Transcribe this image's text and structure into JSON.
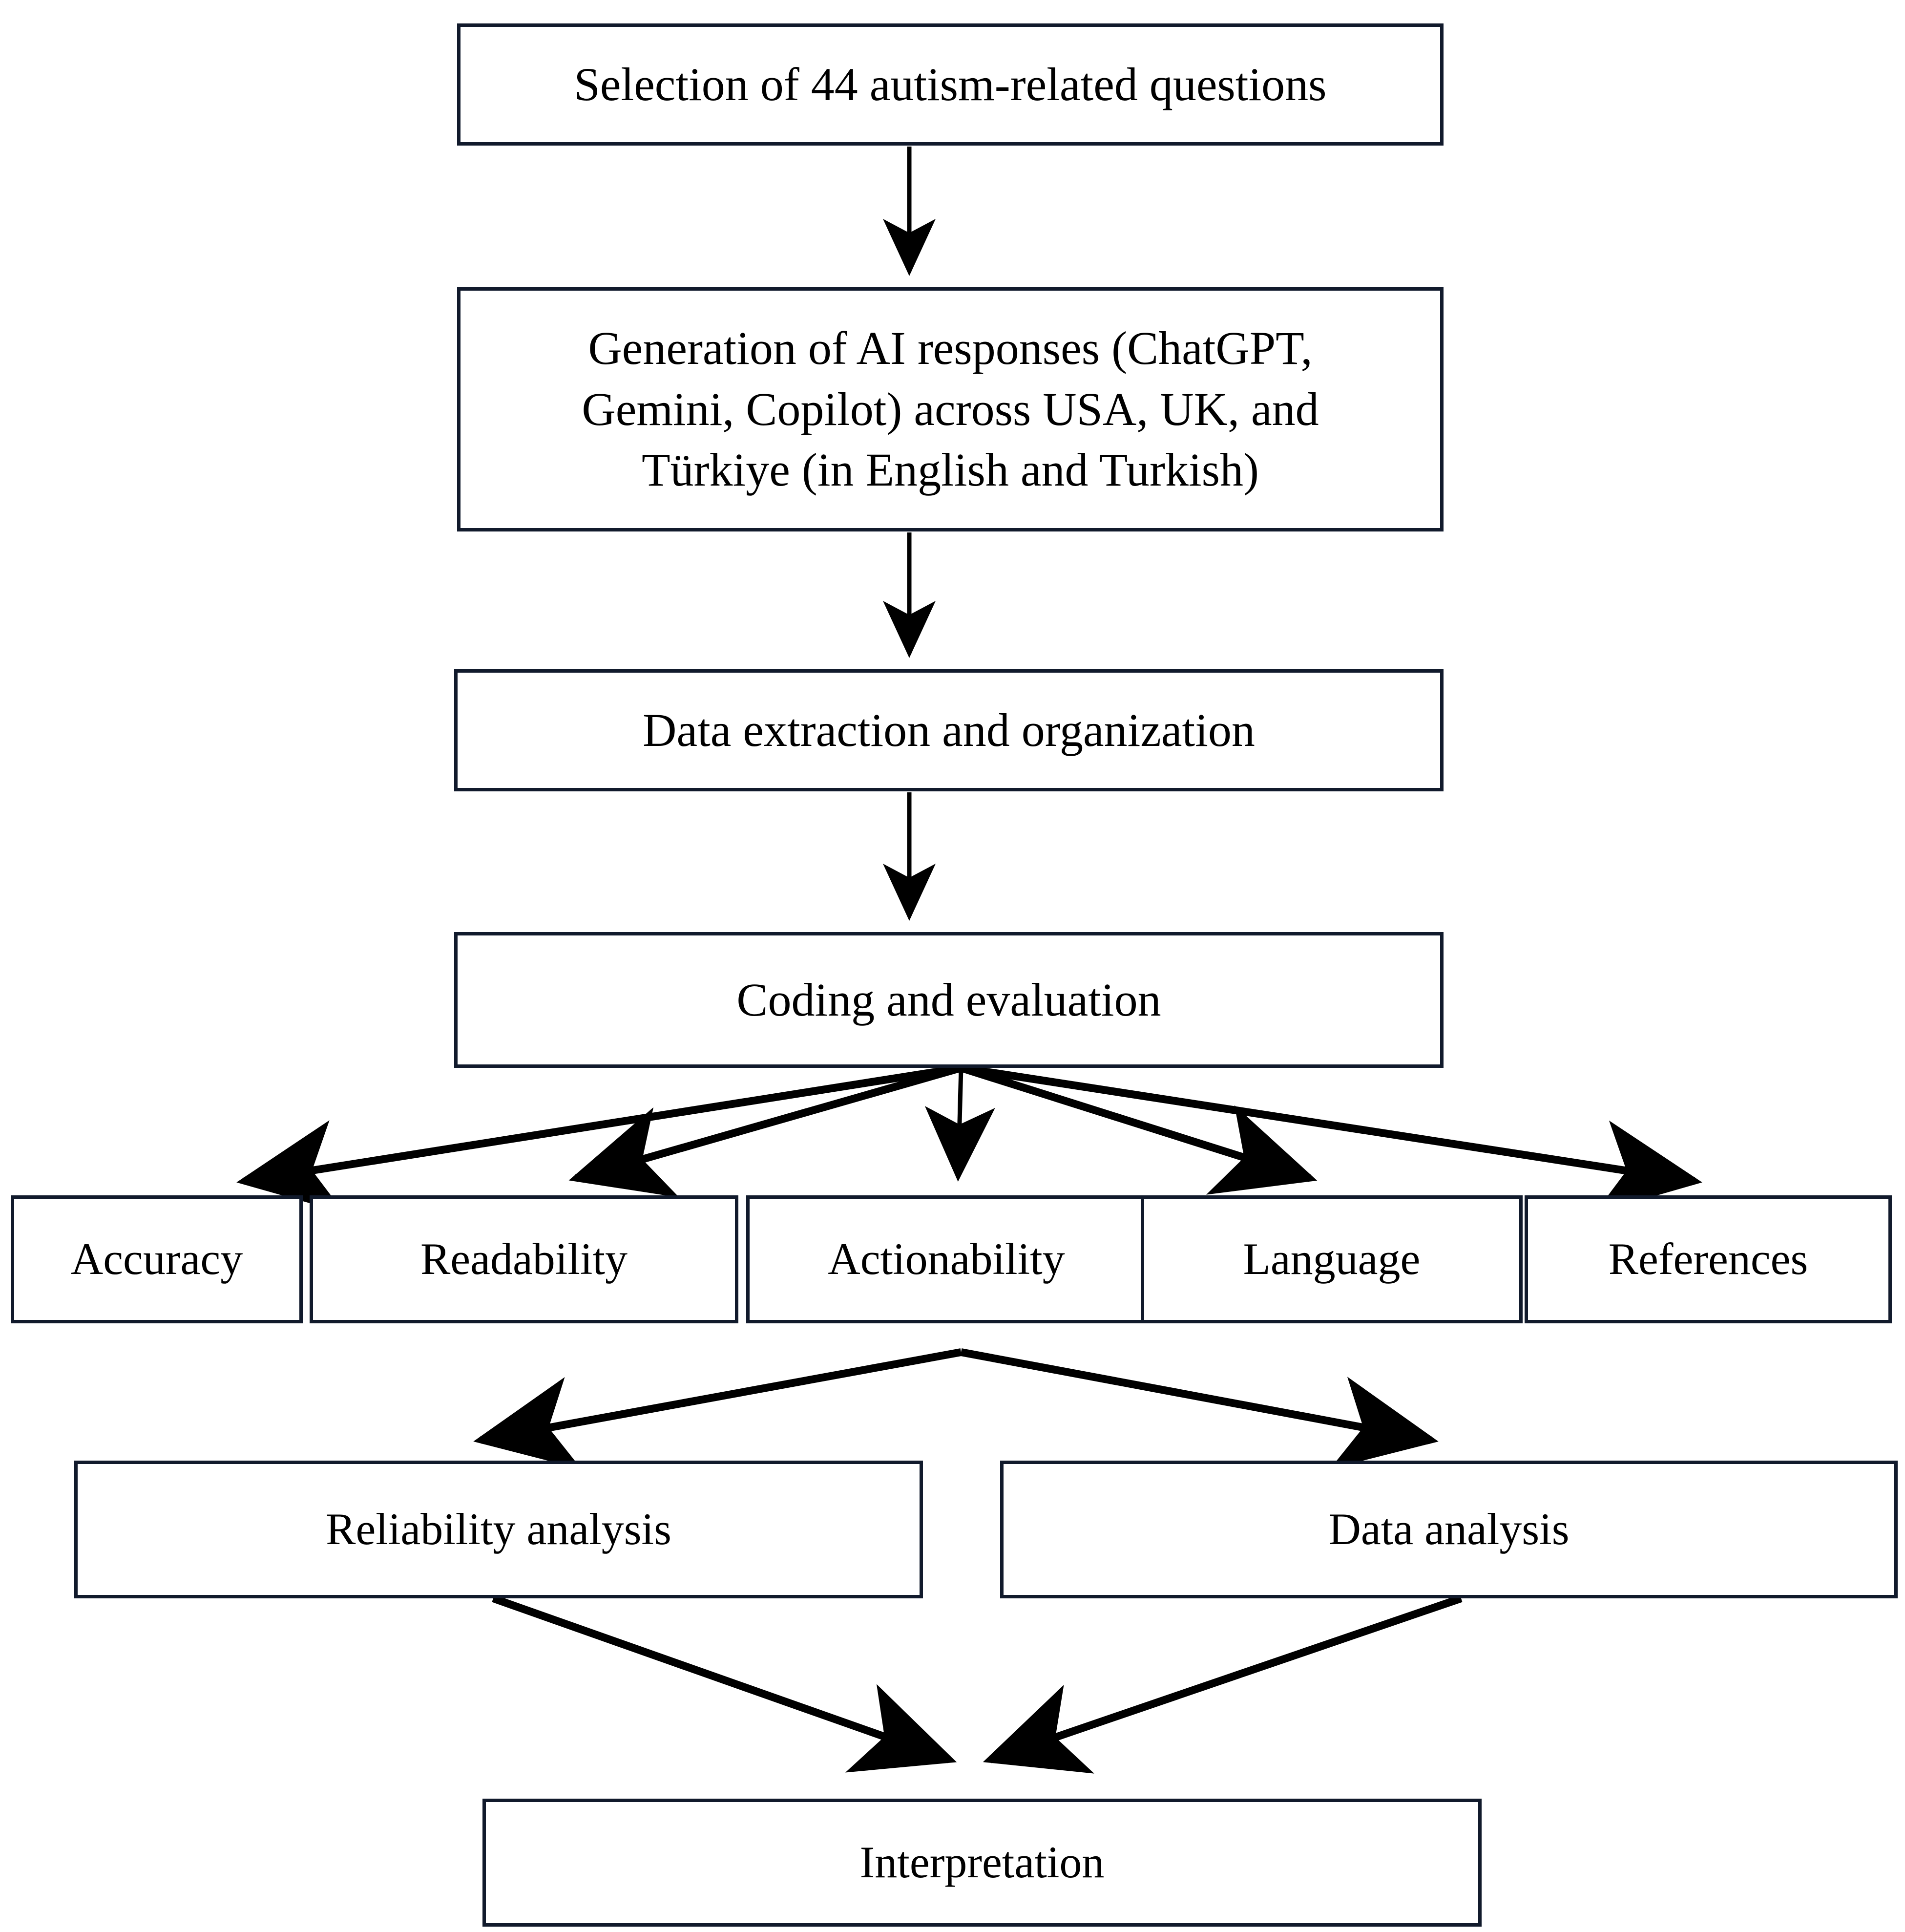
{
  "diagram": {
    "type": "flowchart",
    "title": "Study methodology flowchart",
    "colors": {
      "box_border": "#111a2c",
      "box_fill": "#ffffff",
      "arrow": "#000000",
      "background": "#ffffff"
    },
    "nodes": {
      "selection": {
        "label": "Selection of 44 autism-related questions"
      },
      "generation": {
        "label": "Generation of AI responses (ChatGPT,\nGemini, Copilot) across USA, UK, and\nTürkiye (in English and Turkish)"
      },
      "extraction": {
        "label": "Data extraction and organization"
      },
      "coding": {
        "label": "Coding and evaluation"
      },
      "accuracy": {
        "label": "Accuracy"
      },
      "readability": {
        "label": "Readability"
      },
      "actionability": {
        "label": "Actionability"
      },
      "language": {
        "label": "Language"
      },
      "references": {
        "label": "References"
      },
      "reliability": {
        "label": "Reliability analysis"
      },
      "data_analysis": {
        "label": "Data analysis"
      },
      "interpretation": {
        "label": "Interpretation"
      }
    },
    "edges": [
      {
        "from": "selection",
        "to": "generation",
        "style": "straight-down-arrow"
      },
      {
        "from": "generation",
        "to": "extraction",
        "style": "straight-down-arrow"
      },
      {
        "from": "extraction",
        "to": "coding",
        "style": "straight-down-arrow"
      },
      {
        "from": "coding",
        "to": "accuracy",
        "style": "fan-out-arrow"
      },
      {
        "from": "coding",
        "to": "readability",
        "style": "fan-out-arrow"
      },
      {
        "from": "coding",
        "to": "actionability",
        "style": "fan-out-arrow"
      },
      {
        "from": "coding",
        "to": "language",
        "style": "fan-out-arrow"
      },
      {
        "from": "coding",
        "to": "references",
        "style": "fan-out-arrow"
      },
      {
        "from": "criteria",
        "to": "reliability",
        "style": "split-arrow"
      },
      {
        "from": "criteria",
        "to": "data_analysis",
        "style": "split-arrow"
      },
      {
        "from": "reliability",
        "to": "interpretation",
        "style": "converge-arrow"
      },
      {
        "from": "data_analysis",
        "to": "interpretation",
        "style": "converge-arrow"
      }
    ]
  }
}
